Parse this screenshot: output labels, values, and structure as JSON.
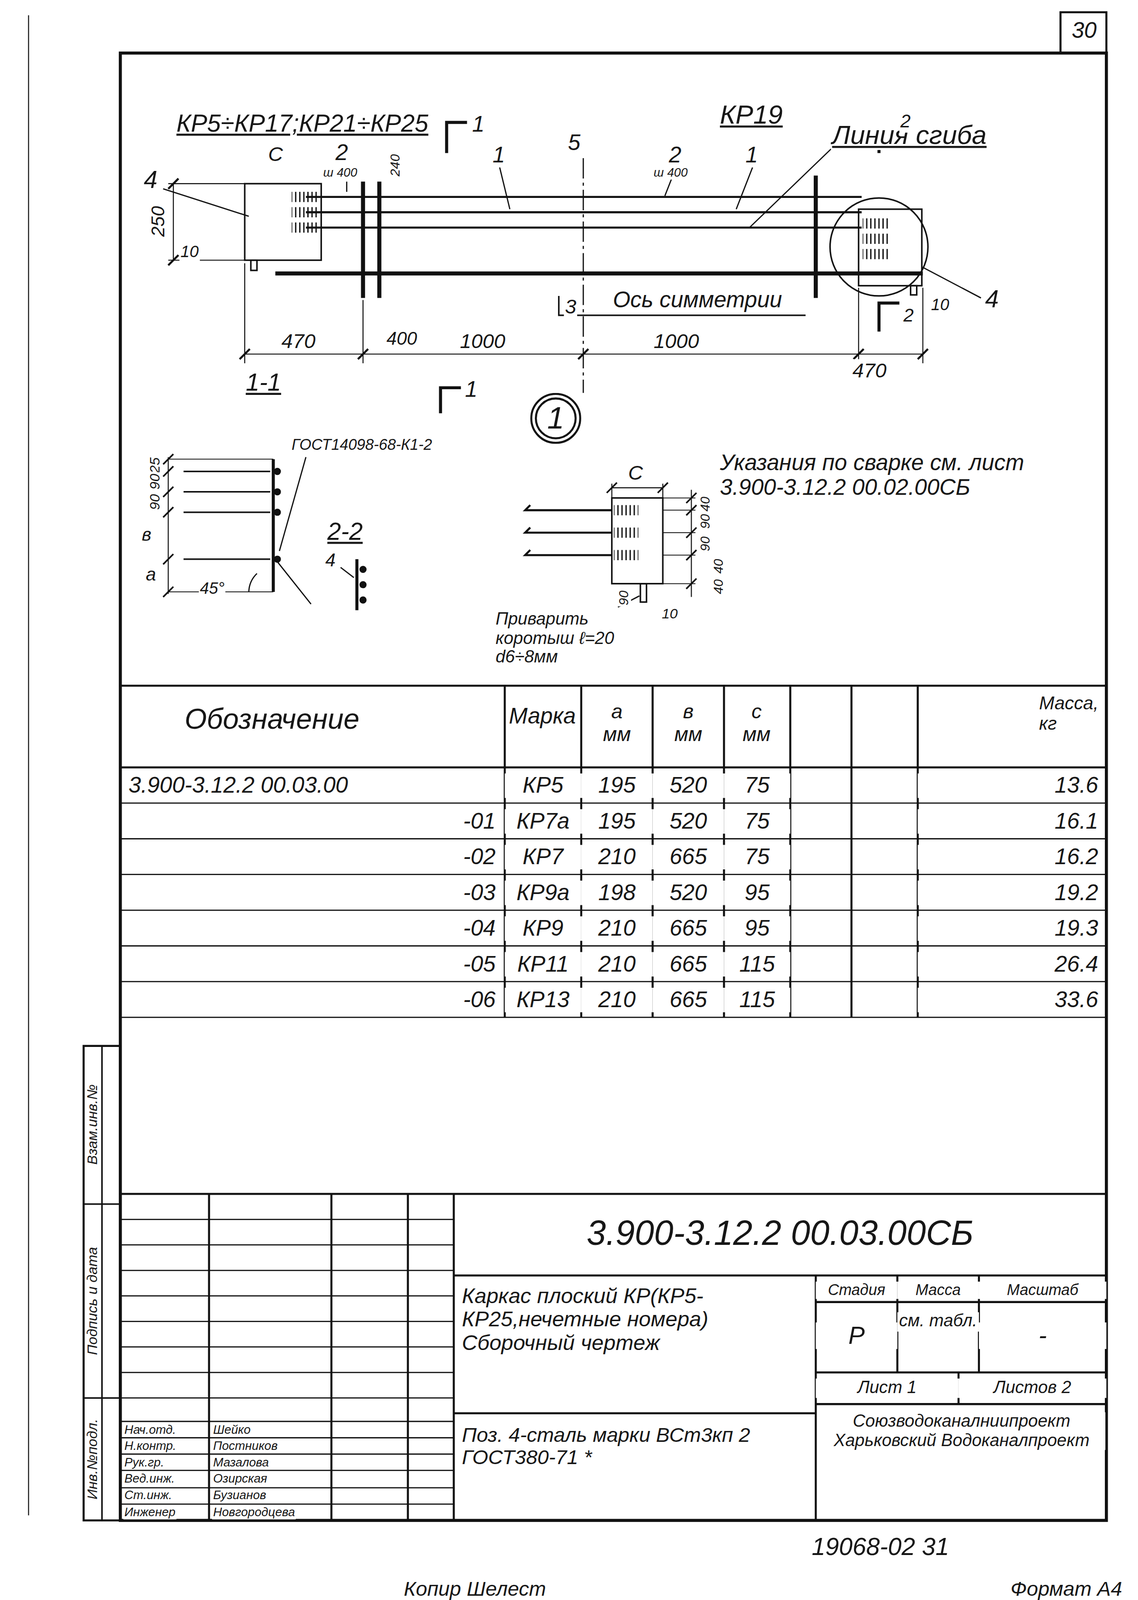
{
  "diagram": {
    "nodes": [
      {
        "text": [
          "1"
        ]
      }
    ],
    "labels": [
      "30",
      "КР5÷КР17;КР21÷КР25",
      "КР19",
      "Линия сгиба",
      "4",
      "С",
      "2",
      "ш 400",
      "240",
      "1",
      "1",
      "5",
      "2",
      "ш 400",
      "1",
      "2",
      "250",
      "10",
      "3",
      "Ось симметрии",
      "10",
      "4",
      "470",
      "400",
      "1000",
      "1000",
      "2",
      "470",
      "1-1",
      "1",
      "25",
      "90",
      "90",
      "в",
      "а",
      "45°",
      "ГОСТ14098-68-К1-2",
      "2-2",
      "4",
      "С",
      "40",
      "90",
      "90",
      "40",
      "40",
      "90",
      "10",
      "Указания по сварке см. лист 3.900-3.12.2 00.02.00СБ",
      "Приварить коротыш ℓ=20 d6÷8мм",
      "Обозначение",
      "Марка",
      "а мм",
      "в мм",
      "с мм",
      "Масса, кг",
      "3.900-3.12.2 00.03.00",
      "КР5",
      "195",
      "520",
      "75",
      "13.6",
      "-01",
      "КР7а",
      "195",
      "520",
      "75",
      "16.1",
      "-02",
      "КР7",
      "210",
      "665",
      "75",
      "16.2",
      "-03",
      "КР9а",
      "198",
      "520",
      "95",
      "19.2",
      "-04",
      "КР9",
      "210",
      "665",
      "95",
      "19.3",
      "-05",
      "КР11",
      "210",
      "665",
      "115",
      "26.4",
      "-06",
      "КР13",
      "210",
      "665",
      "115",
      "33.6",
      "3.900-3.12.2 00.03.00СБ",
      "Каркас плоский КР(КР5-КР25,нечетные номера) Сборочный чертеж",
      "Стадия",
      "Масса",
      "Масштаб",
      "Р",
      "см. табл.",
      "-",
      "Лист 1",
      "Листов 2",
      "Поз. 4-сталь марки ВСт3кп 2 ГОСТ380-71 *",
      "Союзводоканалниипроект Харьковский Водоканалпроект",
      "Нач.отд.",
      "Шейко",
      "Н.контр.",
      "Постников",
      "Рук.гр.",
      "Мазалова",
      "Вед.инж.",
      "Озирская",
      "Ст.инж.",
      "Бузианов",
      "Инженер",
      "Новгородцева",
      "Инв.№подл.",
      "Подпись и дата",
      "Взам.инв.№",
      "19068-02 31",
      "Копир Шелест",
      "Формат А4"
    ]
  }
}
